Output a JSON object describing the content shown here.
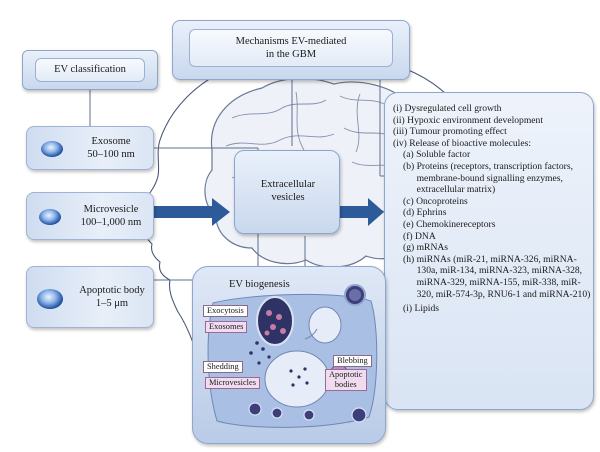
{
  "title_panel": {
    "line1": "Mechanisms EV-mediated",
    "line2": "in the GBM"
  },
  "classification": {
    "label": "EV classification"
  },
  "ev_types": [
    {
      "name": "Exosome",
      "size": "50–100 nm"
    },
    {
      "name": "Microvesicle",
      "size": "100–1,000 nm"
    },
    {
      "name": "Apoptotic body",
      "size": "1–5 μm"
    }
  ],
  "center": {
    "line1": "Extracellular",
    "line2": "vesicles"
  },
  "biogenesis": {
    "title": "EV biogenesis",
    "exocytosis": "Exocytosis",
    "exosomes": "Exosomes",
    "shedding": "Shedding",
    "microvesicles": "Microvesicles",
    "blebbing": "Blebbing",
    "apoptotic1": "Apoptotic",
    "apoptotic2": "bodies"
  },
  "mechanisms": [
    {
      "num": "(i)",
      "text": "Dysregulated cell growth"
    },
    {
      "num": "(ii)",
      "text": "Hypoxic environment development"
    },
    {
      "num": "(iii)",
      "text": "Tumour promoting effect"
    },
    {
      "num": "(iv)",
      "text": "Release of bioactive molecules:"
    }
  ],
  "molecules": [
    {
      "num": "(a)",
      "text": "Soluble factor"
    },
    {
      "num": "(b)",
      "text": "Proteins (receptors, transcription factors, membrane-bound signalling enzymes, extracellular matrix)"
    },
    {
      "num": "(c)",
      "text": "Oncoproteins"
    },
    {
      "num": "(d)",
      "text": "Ephrins"
    },
    {
      "num": "(e)",
      "text": "Chemokinereceptors"
    },
    {
      "num": "(f)",
      "text": "DNA"
    },
    {
      "num": "(g)",
      "text": "mRNAs"
    },
    {
      "num": "(h)",
      "text": "miRNAs (miR-21, miRNA-326, miRNA-130a, miR-134, miRNA-323, miRNA-328, miRNA-329, miRNA-155, miR-338, miR-320, miR-574-3p, RNU6-1 and miRNA-210)"
    },
    {
      "num": "(i)",
      "text": "Lipids"
    }
  ],
  "colors": {
    "arrow": "#2d5b9a",
    "panel_border": "#8ea6cc",
    "tag_pink": "#f1dcef",
    "cell_dark": "#3c3f7a"
  }
}
